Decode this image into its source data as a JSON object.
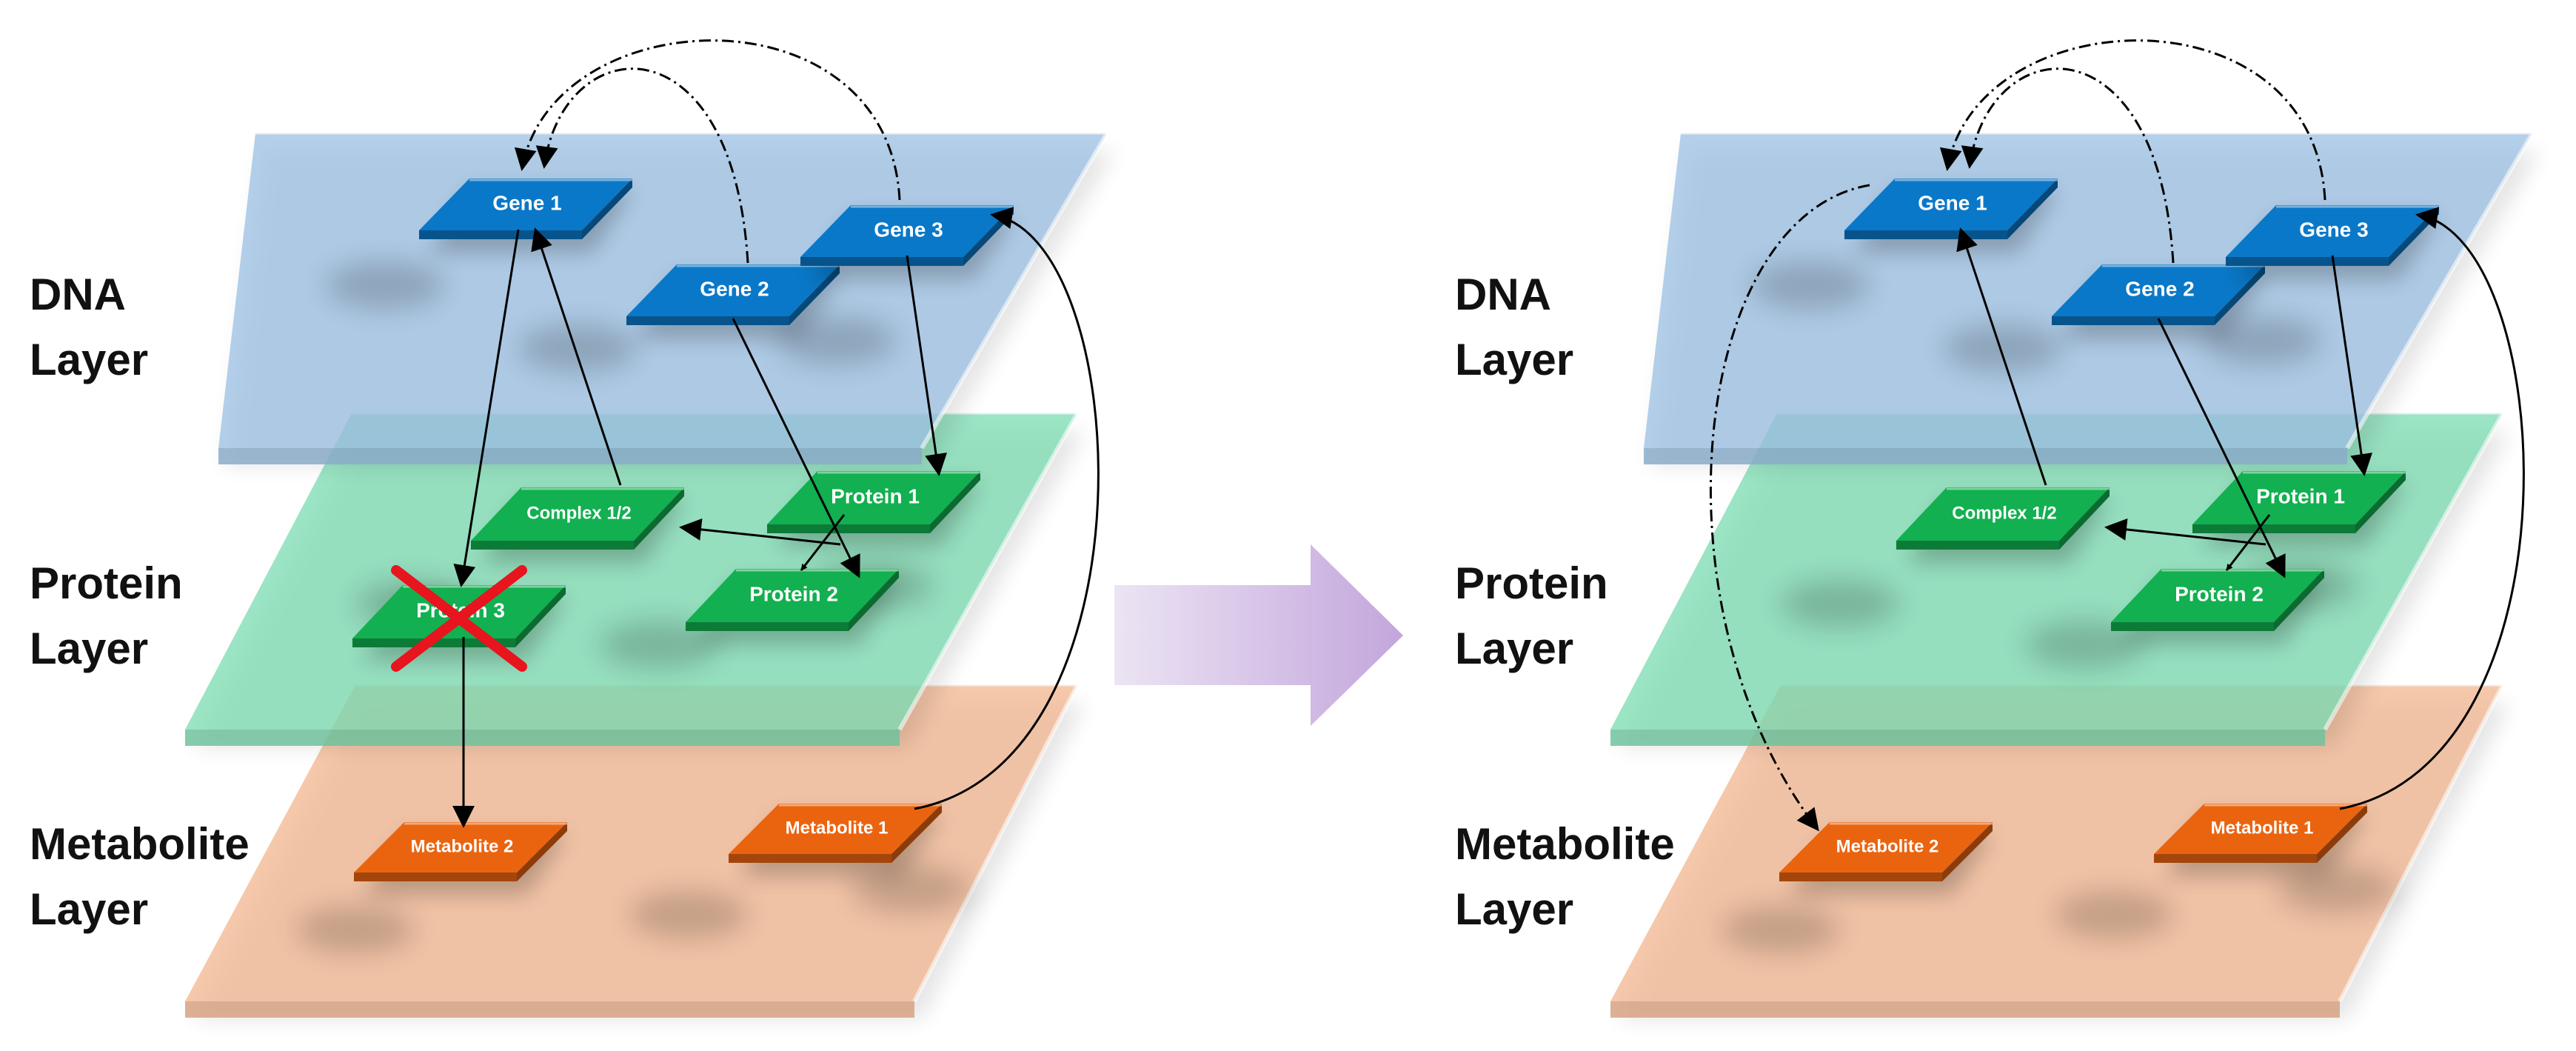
{
  "colors": {
    "dna_layer": "#9ec2e4",
    "protein_layer": "#7fdcb4",
    "metabolite_layer": "#f4b894",
    "gene_node": "#0a78c8",
    "protein_node": "#12b050",
    "metabolite_node": "#ea6410",
    "knockout_cross": "#e8141e",
    "transition_arrow": "#c3a6dc"
  },
  "panels": [
    {
      "id": "left",
      "layers": {
        "dna": "DNA Layer",
        "protein": "Protein Layer",
        "metabolite": "Metabolite Layer"
      },
      "layer_lines": {
        "dna": [
          "DNA",
          "Layer"
        ],
        "protein": [
          "Protein",
          "Layer"
        ],
        "metabolite": [
          "Metabolite",
          "Layer"
        ]
      },
      "nodes": {
        "gene1": "Gene 1",
        "gene2": "Gene 2",
        "gene3": "Gene 3",
        "complex12": "Complex 1/2",
        "protein1": "Protein 1",
        "protein2": "Protein 2",
        "protein3": "Protein 3",
        "metabolite1": "Metabolite 1",
        "metabolite2": "Metabolite 2"
      },
      "knocked_out": "Protein 3"
    },
    {
      "id": "right",
      "layers": {
        "dna": "DNA Layer",
        "protein": "Protein Layer",
        "metabolite": "Metabolite Layer"
      },
      "layer_lines": {
        "dna": [
          "DNA",
          "Layer"
        ],
        "protein": [
          "Protein",
          "Layer"
        ],
        "metabolite": [
          "Metabolite",
          "Layer"
        ]
      },
      "nodes": {
        "gene1": "Gene 1",
        "gene2": "Gene 2",
        "gene3": "Gene 3",
        "complex12": "Complex 1/2",
        "protein1": "Protein 1",
        "protein2": "Protein 2",
        "metabolite1": "Metabolite 1",
        "metabolite2": "Metabolite 2"
      }
    }
  ]
}
